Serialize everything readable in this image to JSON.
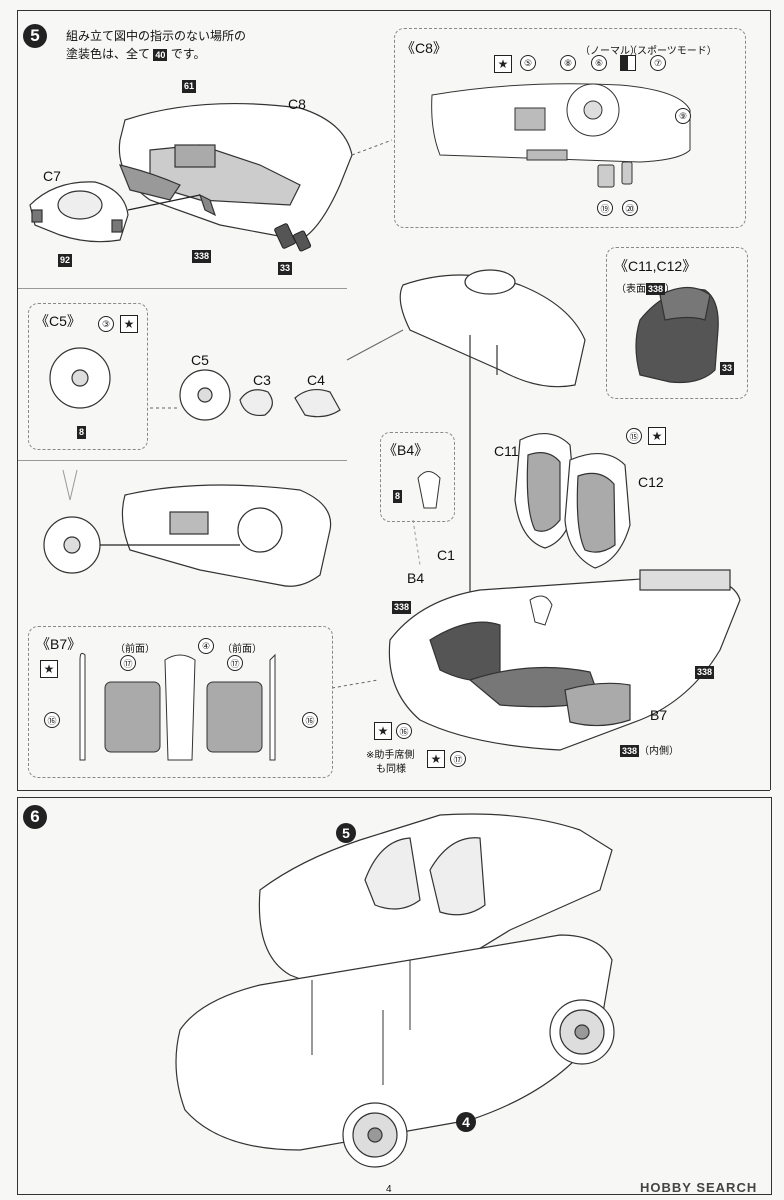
{
  "step5": {
    "number": "5",
    "note_line1": "組み立て図中の指示のない場所の",
    "note_line2": "塗装色は、全て",
    "note_code": "40",
    "note_suffix": "です。",
    "parts": {
      "C8": "C8",
      "C7": "C7",
      "C5": "C5",
      "C3": "C3",
      "C4": "C4",
      "C11": "C11",
      "C12": "C12",
      "C1": "C1",
      "B4": "B4",
      "B7": "B7"
    },
    "codes": {
      "c61": "61",
      "c338": "338",
      "c92": "92",
      "c33": "33",
      "c8": "8"
    },
    "c8_detail": {
      "title": "《C8》",
      "normal": "（ノーマル）",
      "sport": "（スポーツモード）",
      "callouts": [
        "⑤",
        "⑥",
        "⑦",
        "⑧",
        "⑨",
        "⑲",
        "⑳"
      ]
    },
    "c5_detail": {
      "title": "《C5》",
      "callout": "③"
    },
    "c11_detail": {
      "title": "《C11,C12》",
      "surface_label": "（表面",
      "surface_code": "338",
      "surface_close": "）",
      "code33": "33"
    },
    "b4_detail": {
      "title": "《B4》"
    },
    "b7_detail": {
      "title": "《B7》",
      "front_left": "（前面）",
      "front_right": "（前面）",
      "callouts": {
        "c17a": "⑰",
        "c4": "④",
        "c17b": "⑰",
        "c16a": "⑯",
        "c16b": "⑯"
      }
    },
    "callout15": "⑮",
    "bottom": {
      "c16": "⑯",
      "note1": "※助手席側",
      "note2": "も同様",
      "c17": "⑰",
      "inner_code": "338",
      "inner_label": "（内側）"
    }
  },
  "step6": {
    "number": "6",
    "ref5": "5",
    "ref4": "4"
  },
  "footer": {
    "page": "4",
    "watermark": "HOBBY SEARCH"
  },
  "icons": {
    "star": "★",
    "checker": "checker-icon"
  }
}
